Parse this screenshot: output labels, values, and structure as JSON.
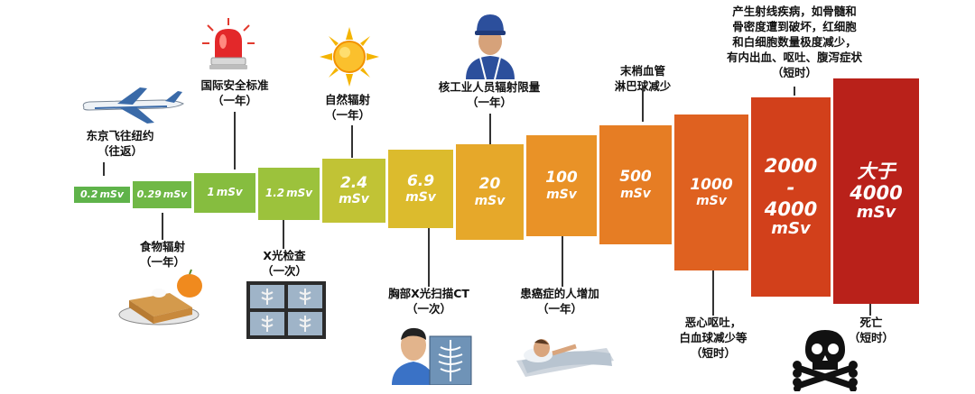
{
  "colors": {
    "stops": [
      "#5fb34a",
      "#8fc342",
      "#c3cb37",
      "#e7be2c",
      "#eda22a",
      "#ea8425",
      "#e25c1e",
      "#d23a18",
      "#b8201a"
    ]
  },
  "scale": [
    {
      "value": "0.2",
      "unit": "mSv",
      "color": "#5fb34a"
    },
    {
      "value": "0.29",
      "unit": "mSv",
      "color": "#70b846"
    },
    {
      "value": "1",
      "unit": "mSv",
      "color": "#86bd3f"
    },
    {
      "value": "1.2",
      "unit": "mSv",
      "color": "#9cc23c"
    },
    {
      "value": "2.4",
      "unit": "mSv",
      "color": "#c1c335"
    },
    {
      "value": "6.9",
      "unit": "mSv",
      "color": "#dcbb2d"
    },
    {
      "value": "20",
      "unit": "mSv",
      "color": "#e6a82a"
    },
    {
      "value": "100",
      "unit": "mSv",
      "color": "#e99227"
    },
    {
      "value": "500",
      "unit": "mSv",
      "color": "#e67d24"
    },
    {
      "value": "1000",
      "unit": "mSv",
      "color": "#df6120"
    },
    {
      "value": "2000\n-\n4000",
      "unit": "mSv",
      "color": "#d2401b"
    },
    {
      "value": "大于\n4000",
      "unit": "mSv",
      "color": "#b9211a"
    }
  ],
  "labels": {
    "flight": "东京飞往纽约\n（往返）",
    "intl_std": "国际安全标准\n（一年）",
    "natural": "自然辐射\n（一年）",
    "nuclear_worker": "核工业人员辐射限量\n（一年）",
    "lymph": "末梢血管\n淋巴球减少",
    "severe": "产生射线疾病，如骨髓和\n骨密度遭到破坏，红细胞\n和白细胞数量极度减少，\n有内出血、呕吐、腹泻症状\n（短时）",
    "food": "食物辐射\n（一年）",
    "xray": "X光检查\n（一次）",
    "ct": "胸部X光扫描CT\n（一次）",
    "cancer": "患癌症的人增加\n（一年）",
    "nausea": "恶心呕吐，\n白血球减少等\n（短时）",
    "death": "死亡\n（短时）"
  },
  "icons": [
    "airplane-icon",
    "siren-icon",
    "sun-icon",
    "worker-icon",
    "pie-icon",
    "xray-film-icon",
    "patient-xray-icon",
    "hospital-bed-icon",
    "skull-crossbones-icon"
  ]
}
